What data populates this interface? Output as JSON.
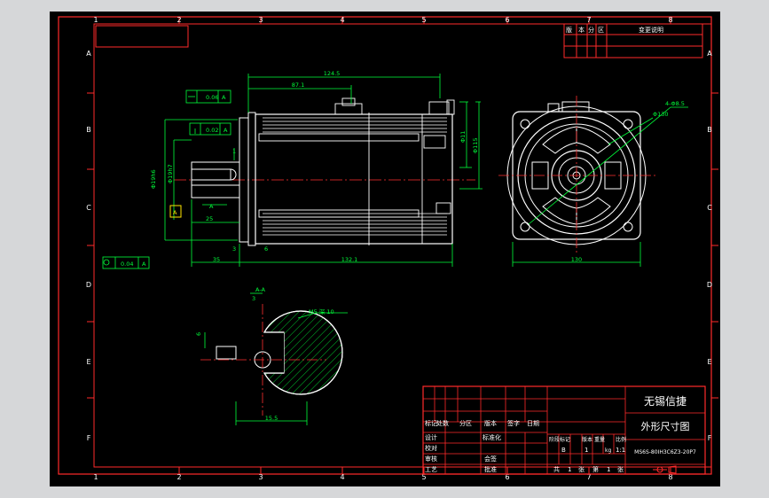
{
  "colors": {
    "border": "#ff2a2a",
    "object": "#ffffff",
    "dim": "#00ff3a",
    "center": "#ff3030",
    "frame": "#ffe600"
  },
  "border": {
    "columns": [
      "1",
      "2",
      "3",
      "4",
      "5",
      "6",
      "7",
      "8"
    ],
    "rows": [
      "A",
      "B",
      "C",
      "D",
      "E",
      "F"
    ]
  },
  "revision_block": {
    "labels": [
      "版",
      "本",
      "分",
      "区"
    ],
    "desc_label": "变更说明"
  },
  "front_view": {
    "dim_total": "124.5",
    "dim_partial": "87.1",
    "dim_shaft_len": "35",
    "dim_body_len": "132.1",
    "dim_3": "3",
    "dim_6": "6",
    "dim_1": "1",
    "dim_25": "25",
    "dim_dia_a": "Φ19h6",
    "dim_dia_b": "Φ19h7",
    "dim_right_a": "Φ11",
    "dim_right_b": "Φ115",
    "tol_flat": "0.06",
    "tol_flat_ref": "A",
    "tol_perp": "0.02",
    "tol_perp_ref": "A",
    "tol_runout": "0.04",
    "tol_runout_ref": "A",
    "datum_a": "A",
    "datum_a2": "A"
  },
  "side_view": {
    "dim_hole": "4-Φ8.5",
    "dim_pcd": "Φ130",
    "dim_width": "130"
  },
  "section_view": {
    "label": "A-A",
    "key_note": "M5 深 10",
    "dim_width": "15.5",
    "dim_key": "6",
    "dim_depth": "3"
  },
  "title_block": {
    "company": "无锡信捷",
    "drawing_name": "外形尺寸图",
    "model": "MS6S-80IH3C6Z3-20P7",
    "row_header": [
      "标记",
      "处数",
      "分区",
      "版本",
      "签字",
      "日期"
    ],
    "labels_left": [
      "设计",
      "校对",
      "审核",
      "工艺"
    ],
    "labels_mid": [
      "标准化",
      "会签",
      "批准"
    ],
    "stage_header": [
      "阶段标记",
      "版本",
      "重量",
      "比例"
    ],
    "stage_values": [
      "B",
      "1",
      "kg",
      "1:1"
    ],
    "sheet_row": [
      "共",
      "1",
      "张",
      "第",
      "1",
      "张"
    ]
  }
}
